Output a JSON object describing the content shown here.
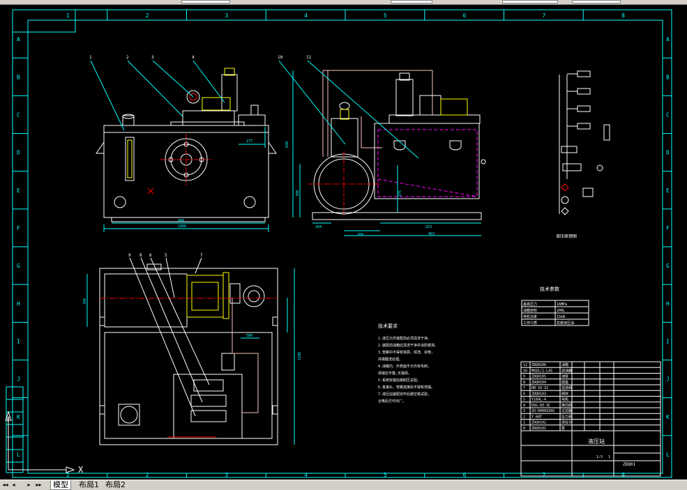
{
  "app": {
    "toolbar_hint": "模型 / 布局"
  },
  "tabs": [
    {
      "label": "模型",
      "active": true
    },
    {
      "label": "布局1",
      "active": false
    },
    {
      "label": "布局2",
      "active": false
    }
  ],
  "nav_buttons": [
    "◂◂",
    "◂",
    "▸",
    "▸▸"
  ],
  "frame_cols": [
    "1",
    "2",
    "3",
    "4",
    "5",
    "6",
    "7",
    "8"
  ],
  "frame_rows": [
    "A",
    "B",
    "C",
    "D",
    "E",
    "F",
    "G",
    "H",
    "I",
    "J",
    "K",
    "L"
  ],
  "callouts_top": [
    "1",
    "2",
    "3",
    "4",
    "10",
    "11"
  ],
  "callouts_plan": [
    "9",
    "8",
    "6",
    "5",
    "7"
  ],
  "dims": {
    "front_w1": "840",
    "front_w2": "1060",
    "front_h": "177",
    "side_w1": "323",
    "side_w2": "160",
    "side_w3": "463",
    "side_w4": "264",
    "side_h1": "680",
    "side_h2": "380",
    "side_h3": "275",
    "plan_h1": "380",
    "plan_h2": "1100",
    "plan_d1": "500"
  },
  "schematic_caption": "液压原理图",
  "tech_params": {
    "title": "技术参数",
    "rows": [
      {
        "k": "最高压力",
        "v": "16MPa"
      },
      {
        "k": "油箱容积",
        "v": "200L"
      },
      {
        "k": "电机功率",
        "v": "15kW"
      },
      {
        "k": "工作介质",
        "v": "抗磨液压油"
      }
    ]
  },
  "tech_req": {
    "title": "技术要求",
    "lines": [
      "1.液压元件装配前必须清洗干净。",
      "2.装配前油箱应清洗干净并涂防锈漆。",
      "3.管路中不得有铁屑、焊渣、杂物,",
      "   并做酸洗处理。",
      "4.油箱内、外表面不允许有毛刺,",
      "   焊缝应平整,无漏焊。",
      "5.系统安装后做耐压试验。",
      "6.各接头、管路连接处不得有泄漏。",
      "7.液压站装配完毕后做空载试验,",
      "   合格后方可出厂。"
    ]
  },
  "bom": {
    "rows": [
      {
        "no": "11",
        "code": "ZDQ0106",
        "name": "油箱"
      },
      {
        "no": "10",
        "code": "MX81/2-L45",
        "name": "滤油器"
      },
      {
        "no": "9",
        "code": "ZDQ0105",
        "name": "油管"
      },
      {
        "no": "8",
        "code": "ZDQ0104",
        "name": "底座"
      },
      {
        "no": "7",
        "code": "DB-10-32",
        "name": "溢流阀"
      },
      {
        "no": "6",
        "code": "ZDQ0103",
        "name": "阀块"
      },
      {
        "no": "5",
        "code": "Y160L-4",
        "name": "电机"
      },
      {
        "no": "4",
        "code": "DSG-03-3C",
        "name": "换向阀"
      },
      {
        "no": "3",
        "code": "ZU-H400X20S",
        "name": "过滤器"
      },
      {
        "no": "2",
        "code": "Y-60T",
        "name": "压力表"
      },
      {
        "no": "1",
        "code": "ZDQ0102",
        "name": "液位计"
      },
      {
        "no": "0",
        "code": "ZDQ0101",
        "name": "泵"
      }
    ],
    "title_block": {
      "name": "液压站",
      "drawing_no": "ZDQ01",
      "scale": "1:5",
      "sheet": "1"
    }
  },
  "ucs": {
    "x": "X",
    "y": "Y"
  },
  "colors": {
    "frame": "#00ffff",
    "tank": "#ffffff",
    "hidden": "#ff00ff",
    "dimension": "#00ffff",
    "center": "#ff0000",
    "motor_coupling": "#ffff00",
    "text": "#ffffff"
  }
}
